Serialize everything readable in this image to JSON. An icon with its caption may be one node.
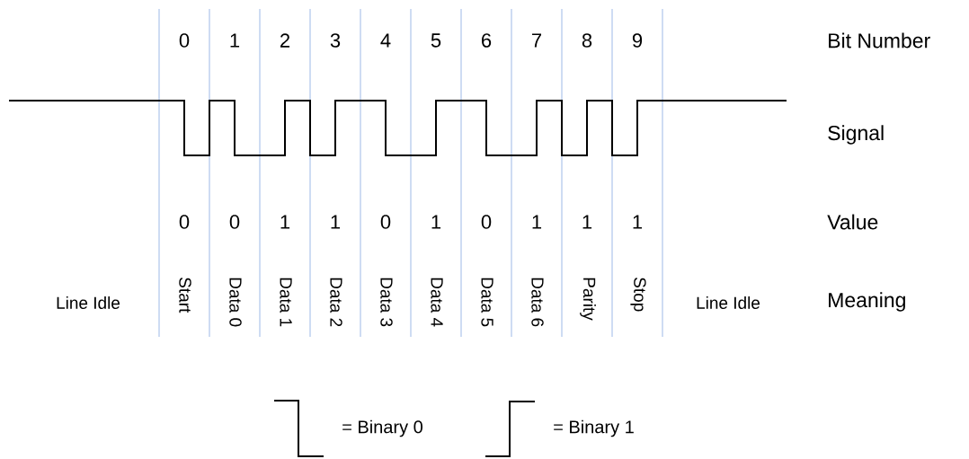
{
  "diagram": {
    "labels": [
      "0",
      "1",
      "2",
      "3",
      "4",
      "5",
      "6",
      "7",
      "8",
      "9",
      "Bit Number",
      "Signal",
      "0",
      "0",
      "1",
      "1",
      "0",
      "1",
      "0",
      "1",
      "1",
      "1",
      "Value",
      "Line Idle",
      "Start",
      "Data 0",
      "Data 1",
      "Data 2",
      "Data 3",
      "Data 4",
      "Data 5",
      "Data 6",
      "Parity",
      "Stop",
      "Line Idle",
      "Meaning"
    ],
    "legend": [
      {
        "text": "= Binary 0"
      },
      {
        "text": "= Binary 1"
      }
    ]
  }
}
